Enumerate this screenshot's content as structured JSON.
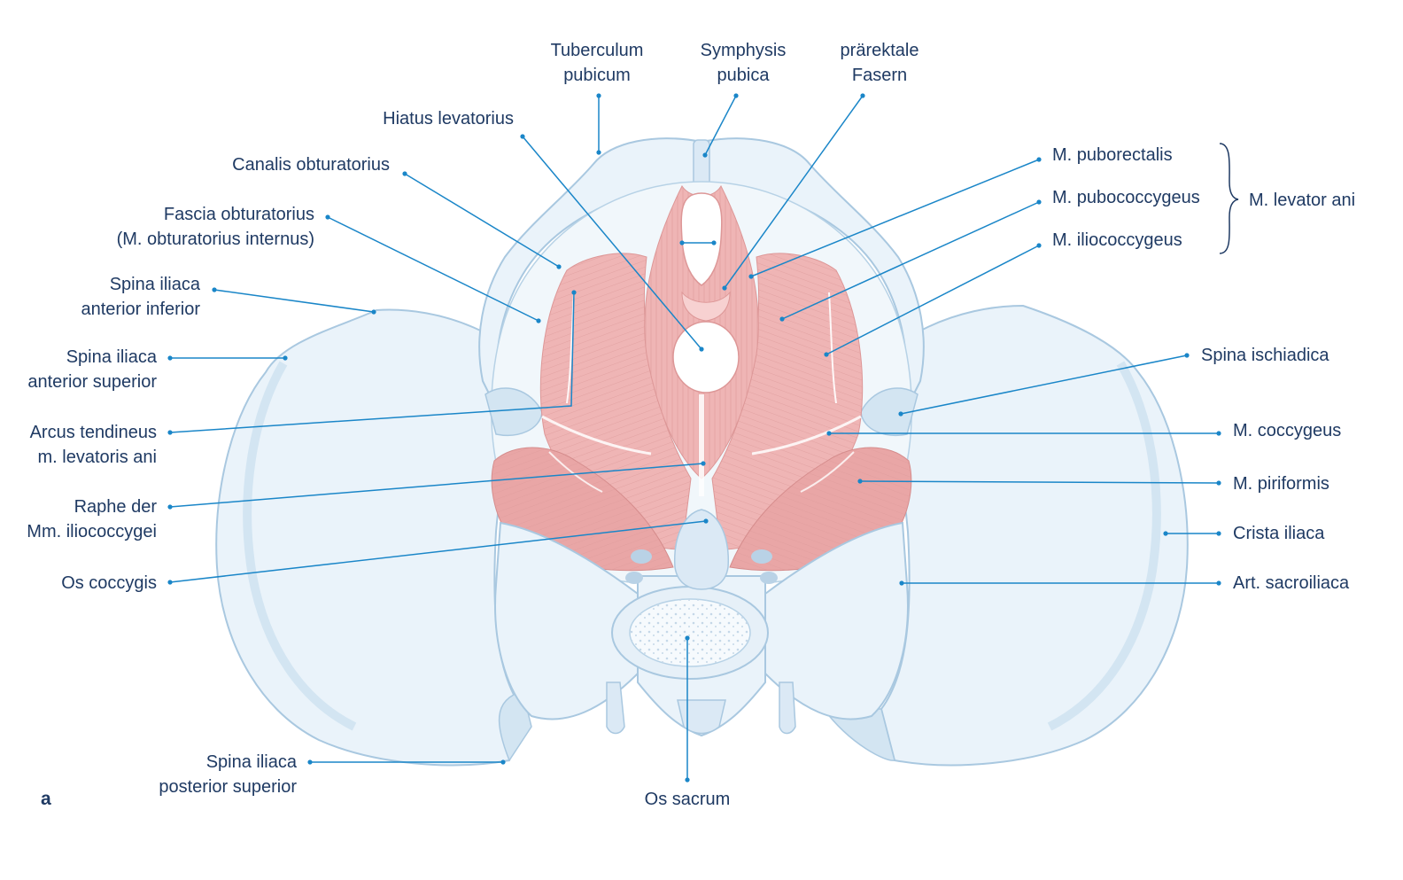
{
  "panel_letter": "a",
  "labels": {
    "tuberculum_pubicum": [
      "Tuberculum",
      "pubicum"
    ],
    "symphysis_pubica": [
      "Symphysis",
      "pubica"
    ],
    "praerektale_fasern": [
      "prärektale",
      "Fasern"
    ],
    "hiatus_levatorius": [
      "Hiatus levatorius"
    ],
    "canalis_obturatorius": [
      "Canalis obturatorius"
    ],
    "fascia_obturatorius": [
      "Fascia obturatorius",
      "(M. obturatorius internus)"
    ],
    "spina_iliaca_anterior_inferior": [
      "Spina iliaca",
      "anterior inferior"
    ],
    "spina_iliaca_anterior_superior": [
      "Spina iliaca",
      "anterior superior"
    ],
    "arcus_tendineus": [
      "Arcus tendineus",
      "m. levatoris ani"
    ],
    "raphe": [
      "Raphe der",
      "Mm. iliococcygei"
    ],
    "os_coccygis": [
      "Os coccygis"
    ],
    "spina_iliaca_posterior_superior": [
      "Spina iliaca",
      "posterior superior"
    ],
    "os_sacrum": [
      "Os sacrum"
    ],
    "m_puborectalis": [
      "M. puborectalis"
    ],
    "m_pubococcygeus": [
      "M. pubococcygeus"
    ],
    "m_iliococcygeus": [
      "M. iliococcygeus"
    ],
    "m_levator_ani": [
      "M. levator ani"
    ],
    "spina_ischiadica": [
      "Spina ischiadica"
    ],
    "m_coccygeus": [
      "M. coccygeus"
    ],
    "m_piriformis": [
      "M. piriformis"
    ],
    "crista_iliaca": [
      "Crista iliaca"
    ],
    "art_sacroiliaca": [
      "Art. sacroiliaca"
    ]
  },
  "colors": {
    "leader": "#1a86c8",
    "bone_fill": "#eaf3fa",
    "bone_stroke": "#a9c8e0",
    "bone_shadow": "#d3e5f2",
    "muscle": "#efb5b5",
    "muscle_dark": "#dd9797",
    "text": "#1f3a63"
  }
}
